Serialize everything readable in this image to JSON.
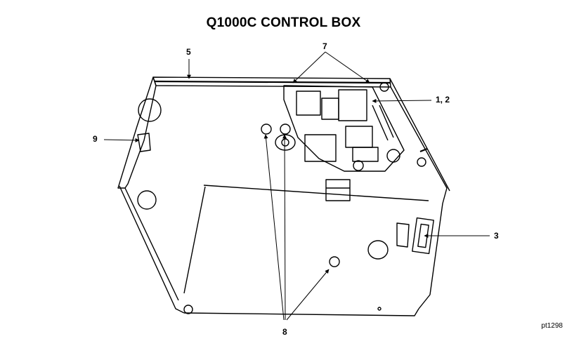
{
  "title": "Q1000C CONTROL BOX",
  "figure_ref": "pt1298",
  "callouts": {
    "c5": "5",
    "c7": "7",
    "c12": "1, 2",
    "c9": "9",
    "c3": "3",
    "c8": "8"
  }
}
